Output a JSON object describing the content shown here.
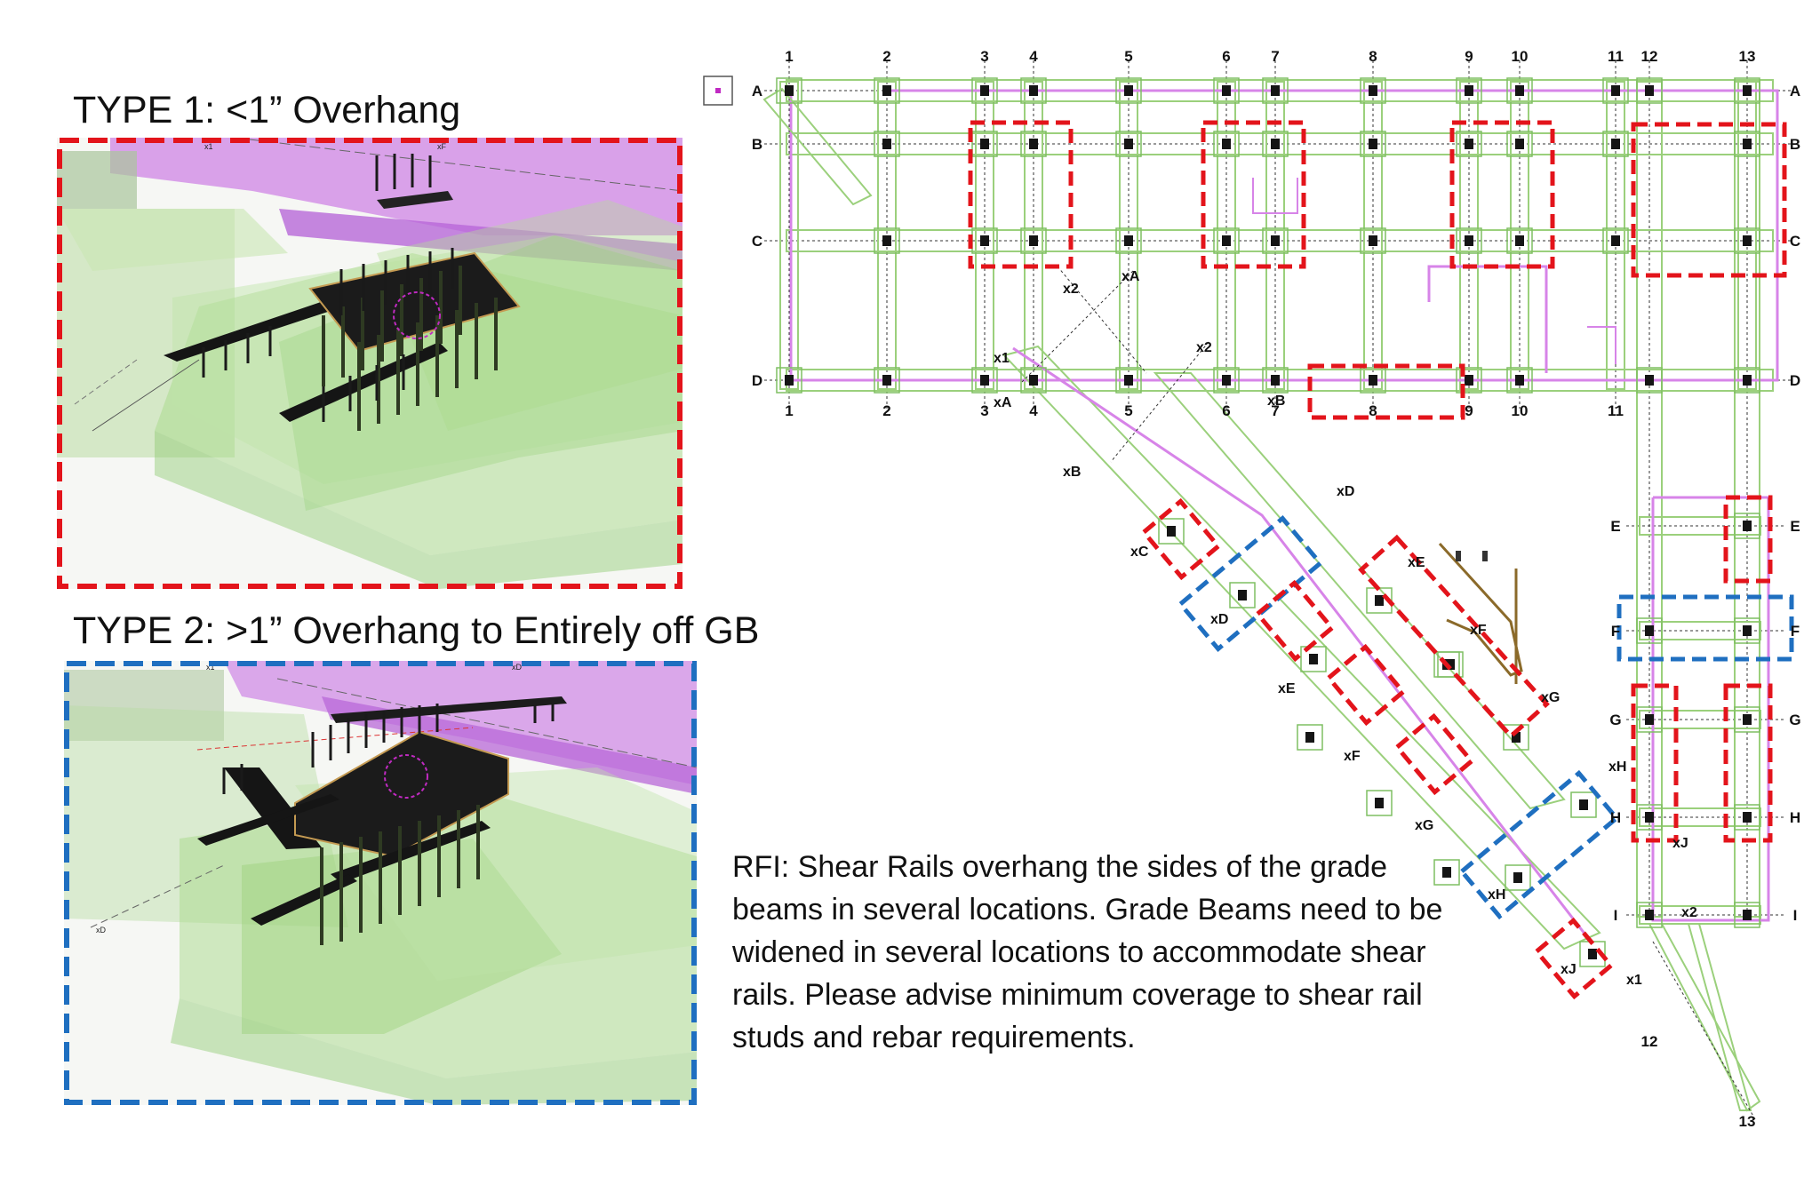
{
  "type1": {
    "heading": "TYPE 1: <1” Overhang",
    "box_color": "#e3141b"
  },
  "type2": {
    "heading": "TYPE 2: >1” Overhang to Entirely off GB",
    "box_color": "#1f6fc0"
  },
  "rfi_text": "RFI: Shear Rails overhang the sides of the grade beams in several locations. Grade Beams need to be widened in several locations to accommodate shear rails. Please advise minimum coverage to shear rail studs and rebar requirements.",
  "colors": {
    "grade_beam": "#9bd07c",
    "slab_edge": "#d784e8",
    "shear_rail": "#151515",
    "grid_line": "#333333",
    "type1_box": "#e3141b",
    "type2_box": "#1f6fc0"
  },
  "plan": {
    "column_grids_top": [
      "1",
      "2",
      "3",
      "4",
      "5",
      "6",
      "7",
      "8",
      "9",
      "10",
      "11",
      "12",
      "13"
    ],
    "column_grids_bottom": [
      "1",
      "2",
      "3",
      "4",
      "5",
      "6",
      "7",
      "8",
      "9",
      "10",
      "11"
    ],
    "row_grids_left": [
      "A",
      "B",
      "C",
      "D"
    ],
    "row_grids_right": [
      "A",
      "B",
      "C",
      "D",
      "E",
      "F",
      "G",
      "H",
      "I"
    ],
    "row_grids_wing_left": [
      "E",
      "F",
      "G",
      "H",
      "I"
    ],
    "wing_column_labels": [
      "12",
      "13"
    ],
    "diagonal_labels": [
      "x1",
      "x2",
      "xA",
      "xB",
      "xC",
      "xD",
      "xE",
      "xF",
      "xG",
      "xH",
      "xJ"
    ]
  },
  "panel1_labels": [
    "x1",
    "xF"
  ],
  "panel2_labels": [
    "x1",
    "xD",
    "xD"
  ]
}
